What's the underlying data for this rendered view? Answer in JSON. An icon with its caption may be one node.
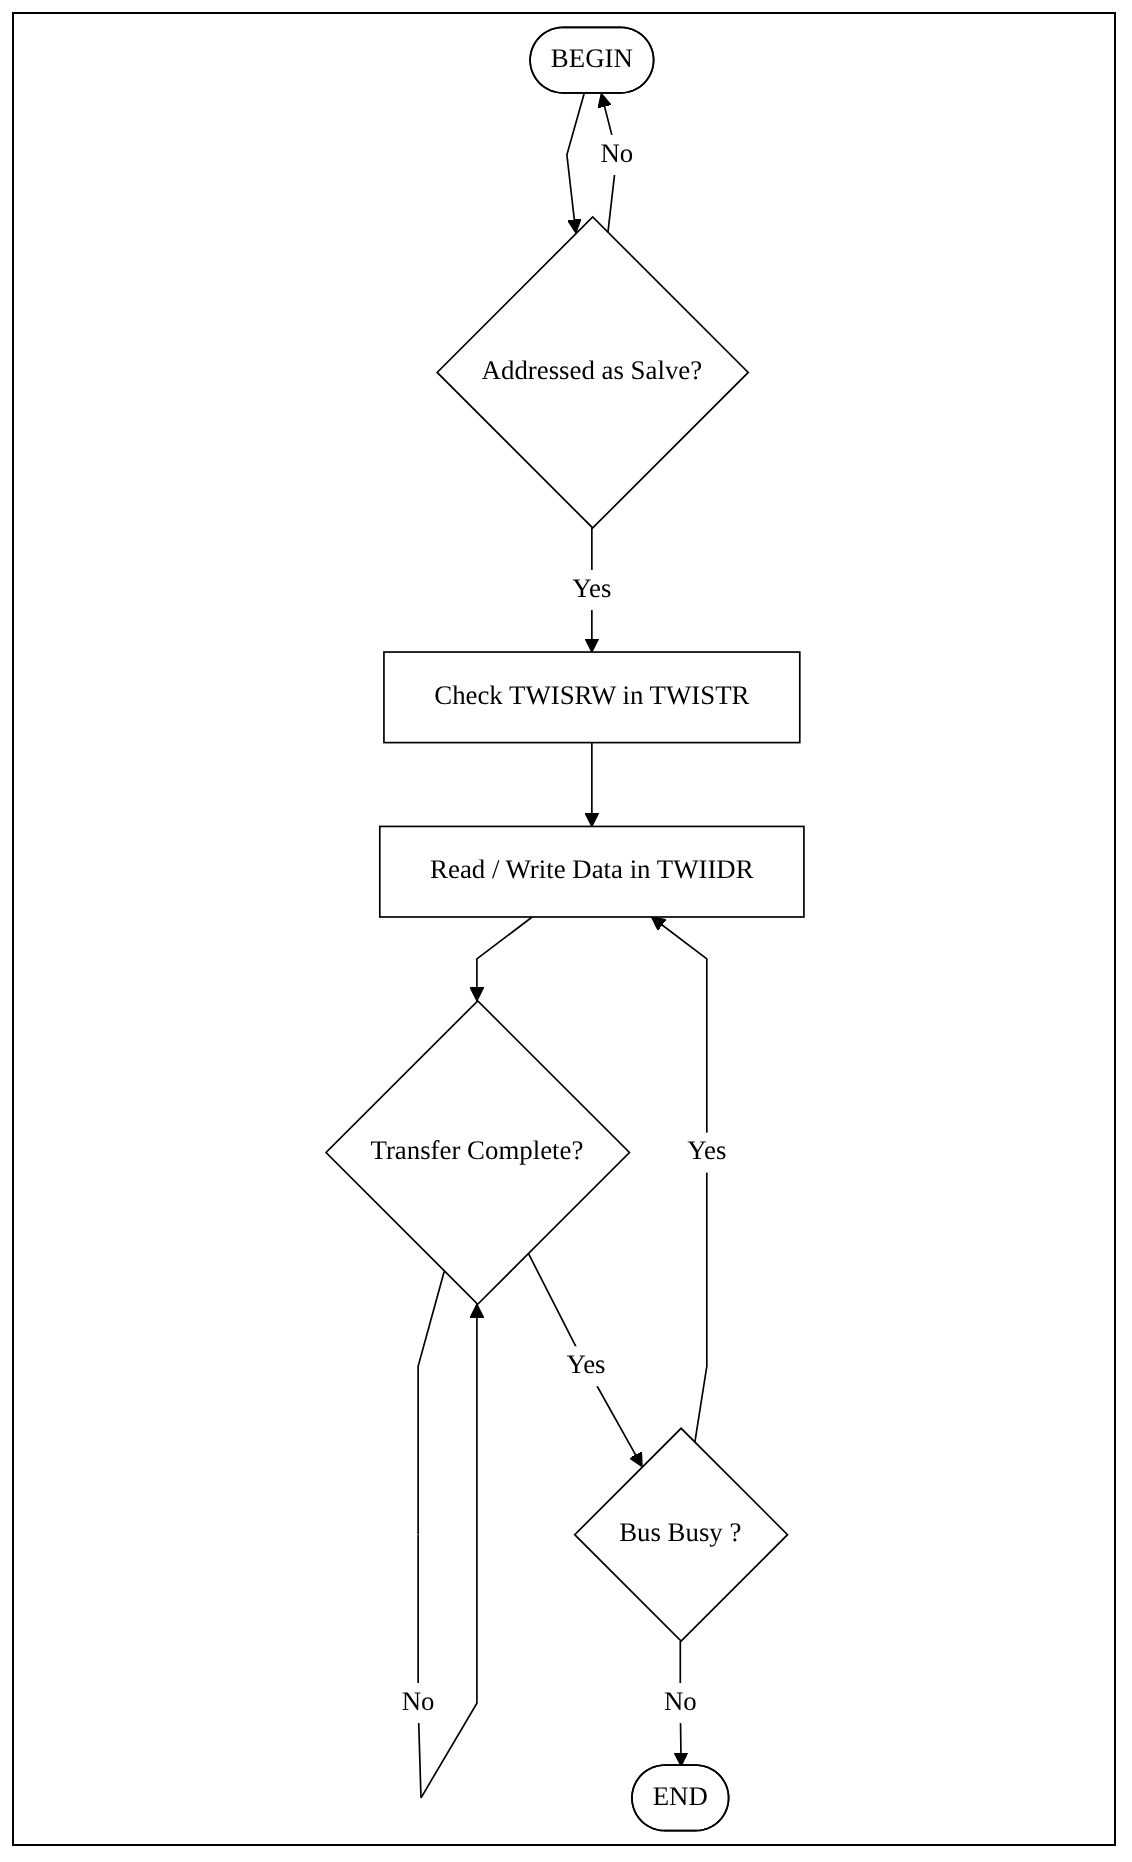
{
  "diagram": {
    "nodes": [
      {
        "text": [
          "BEGIN"
        ]
      },
      {
        "text": [
          "Addressed as Salve?"
        ]
      },
      {
        "text": [
          "Check TWISRW in TWISTR"
        ]
      },
      {
        "text": [
          "Read / Write Data in TWIIDR"
        ]
      },
      {
        "text": [
          "Transfer Complete?"
        ]
      },
      {
        "text": [
          "Bus Busy ?"
        ]
      },
      {
        "text": [
          "END"
        ]
      }
    ],
    "edges": [
      {
        "from": 0,
        "to": 1,
        "arrow": "to"
      },
      {
        "from": 1,
        "to": 0,
        "arrow": "to",
        "label": "No"
      },
      {
        "from": 1,
        "to": 2,
        "arrow": "to",
        "label": "Yes"
      },
      {
        "from": 2,
        "to": 3,
        "arrow": "to"
      },
      {
        "from": 3,
        "to": 4,
        "arrow": "to"
      },
      {
        "from": 4,
        "to": 4,
        "arrow": "to",
        "label": "No"
      },
      {
        "from": 4,
        "to": 5,
        "arrow": "to",
        "label": "Yes"
      },
      {
        "from": 5,
        "to": 3,
        "arrow": "to",
        "label": "Yes"
      },
      {
        "from": 5,
        "to": 6,
        "arrow": "to",
        "label": "No"
      }
    ]
  }
}
